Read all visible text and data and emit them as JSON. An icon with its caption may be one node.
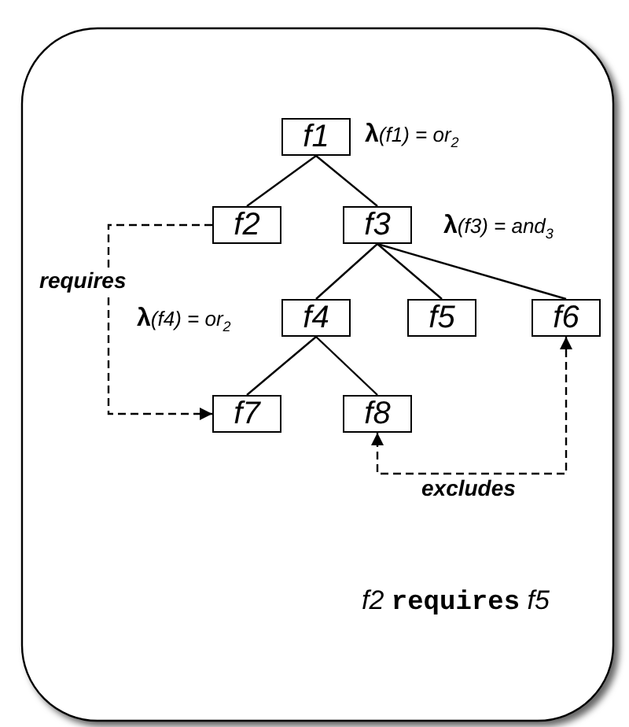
{
  "diagram": {
    "nodes": [
      {
        "text": [
          "f1"
        ]
      },
      {
        "text": [
          "f2"
        ]
      },
      {
        "text": [
          "f3"
        ]
      },
      {
        "text": [
          "f4"
        ]
      },
      {
        "text": [
          "f5"
        ]
      },
      {
        "text": [
          "f6"
        ]
      },
      {
        "text": [
          "f7"
        ]
      },
      {
        "text": [
          "f8"
        ]
      }
    ],
    "edges": [
      {
        "from": 0,
        "to": 1,
        "arrow": "none"
      },
      {
        "from": 0,
        "to": 2,
        "arrow": "none"
      },
      {
        "from": 2,
        "to": 3,
        "arrow": "none"
      },
      {
        "from": 2,
        "to": 4,
        "arrow": "none"
      },
      {
        "from": 2,
        "to": 5,
        "arrow": "none"
      },
      {
        "from": 3,
        "to": 6,
        "arrow": "none"
      },
      {
        "from": 3,
        "to": 7,
        "arrow": "none"
      },
      {
        "from": 1,
        "to": 6,
        "arrow": "to",
        "style": "dashed",
        "label": "requires"
      },
      {
        "from": 5,
        "to": 7,
        "arrow": "both",
        "style": "dashed",
        "label": "excludes"
      }
    ],
    "labels": [
      "**λ**(f1) = or$_{2}$",
      "**λ**(f3) = and$_{3}$",
      "**λ**(f4) = or$_{2}$",
      "f2 **requires** f5"
    ]
  }
}
